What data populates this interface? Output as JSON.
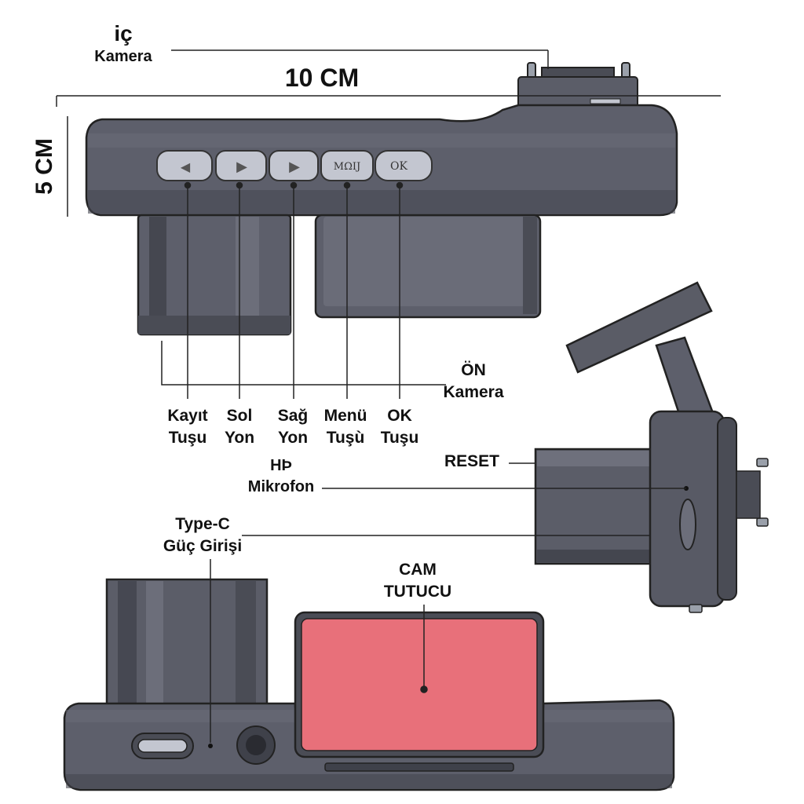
{
  "dimensions": {
    "width_text": "10 CM",
    "height_text": "5 CM"
  },
  "buttons": [
    {
      "glyph": "◀",
      "label_line1": "Kayıt",
      "label_line2": "Tuşu"
    },
    {
      "glyph": "▶",
      "label_line1": "Sol",
      "label_line2": "Yon"
    },
    {
      "glyph": "▶",
      "label_line1": "Sağ",
      "label_line2": "Yon"
    },
    {
      "glyph": "MΩIJ",
      "label_line1": "Menü",
      "label_line2": "Tuşù"
    },
    {
      "glyph": "OK",
      "label_line1": "OK",
      "label_line2": "Tuşu"
    }
  ],
  "callouts": {
    "inner_camera": {
      "line1": "iç",
      "line2": "Kamera"
    },
    "front_camera": {
      "line1": "ÖN",
      "line2": "Kamera"
    },
    "reset": "RESET",
    "microphone": {
      "line1": "HÞ",
      "line2": "Mikrofon"
    },
    "power": {
      "line1": "Type-C",
      "line2": "Güç Girişi"
    },
    "glass_holder": {
      "line1": "CAM",
      "line2": "TUTUCU"
    }
  },
  "colors": {
    "body": "#5b5d68",
    "body_dark": "#3f414a",
    "button": "#c3c6d0",
    "adhesive_pad": "#e8707a"
  }
}
